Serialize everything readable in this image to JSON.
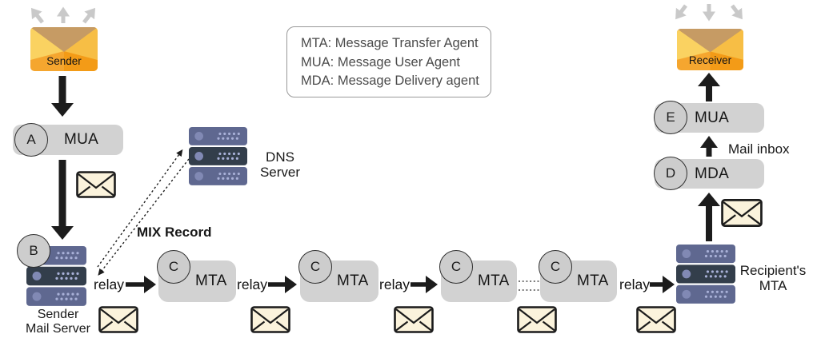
{
  "legend": {
    "lines": [
      "MTA: Message Transfer Agent",
      "MUA: Message User Agent",
      "MDA: Message Delivery agent"
    ]
  },
  "sender": {
    "label": "Sender"
  },
  "receiver": {
    "label": "Receiver"
  },
  "mua_a": {
    "badge": "A",
    "label": "MUA"
  },
  "sender_server": {
    "badge": "B",
    "label1": "Sender",
    "label2": "Mail Server"
  },
  "dns": {
    "label1": "DNS",
    "label2": "Server"
  },
  "mix_record": "MIX Record",
  "mtas": [
    {
      "badge": "C",
      "label": "MTA"
    },
    {
      "badge": "C",
      "label": "MTA"
    },
    {
      "badge": "C",
      "label": "MTA"
    },
    {
      "badge": "C",
      "label": "MTA"
    }
  ],
  "relays": [
    "relay",
    "relay",
    "relay",
    "relay"
  ],
  "recipient_server": {
    "label1": "Recipient's",
    "label2": "MTA"
  },
  "mda": {
    "badge": "D",
    "label": "MDA"
  },
  "mua_e": {
    "badge": "E",
    "label": "MUA"
  },
  "mail_inbox": "Mail inbox",
  "colors": {
    "box_gray": "#d2d2d2",
    "badge_gray": "#cdcdcd",
    "arrow_black": "#1c1c1c",
    "arrow_gray": "#c9c9c9",
    "server_body": "#5f6890",
    "server_dark": "#333e4b",
    "server_dots": "#a9b1d8",
    "mail_cream": "#fbf3dc",
    "envelope_orange": "#f5a12b",
    "envelope_light": "#fad261",
    "envelope_flap": "#c69b64"
  }
}
